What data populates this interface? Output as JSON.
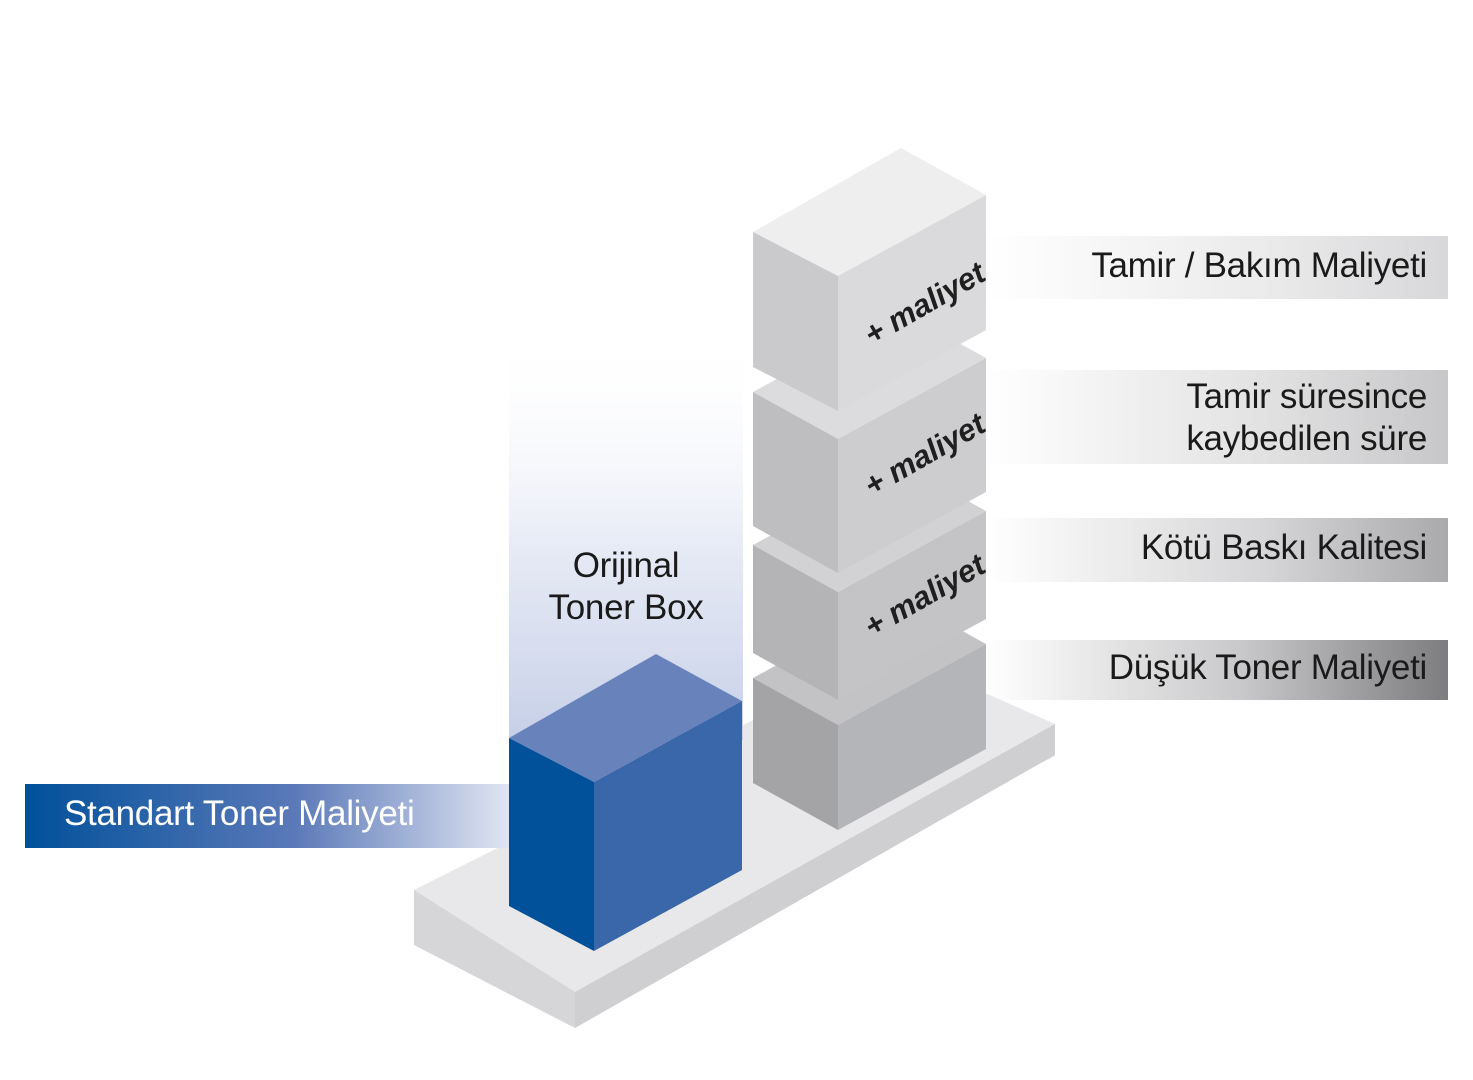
{
  "diagram": {
    "original_box": {
      "line1": "Orijinal",
      "line2": "Toner Box",
      "cost_label": "Standart Toner Maliyeti"
    },
    "stack_labels": [
      {
        "id": "repair",
        "lines": [
          "Tamir / Bakım Maliyeti"
        ]
      },
      {
        "id": "lost-time",
        "lines": [
          "Tamir süresince",
          "kaybedilen süre"
        ]
      },
      {
        "id": "print-quality",
        "lines": [
          "Kötü Baskı Kalitesi"
        ]
      },
      {
        "id": "low-cost",
        "lines": [
          "Düşük Toner Maliyeti"
        ]
      }
    ],
    "cube_caption": "+ maliyet",
    "colors": {
      "blue_dark": "#00509a",
      "blue_mid": "#3a67aa",
      "blue_light": "#6883bb",
      "platform": "#e6e6e8",
      "grey_cube": "#b4b5b8"
    }
  }
}
